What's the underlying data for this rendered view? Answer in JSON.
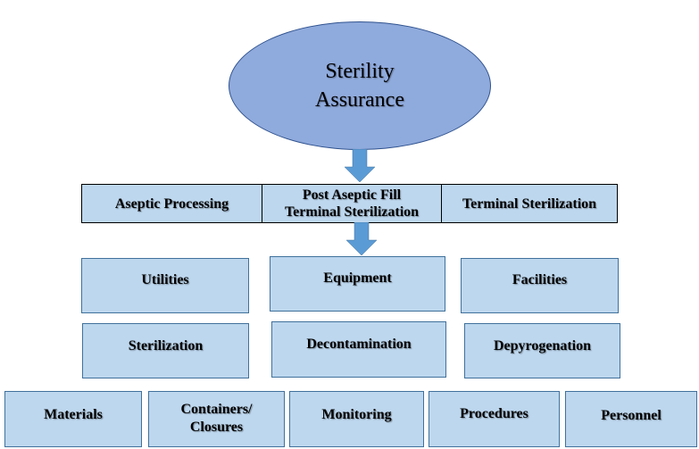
{
  "title": {
    "line1": "Sterility",
    "line2": "Assurance"
  },
  "methods": [
    "Aseptic Processing",
    "Post Aseptic Fill",
    "Terminal Sterilization",
    "Terminal Sterilization"
  ],
  "row1": [
    "Utilities",
    "Equipment",
    "Facilities"
  ],
  "row2": [
    "Sterilization",
    "Decontamination",
    "Depyrogenation"
  ],
  "row3": [
    "Materials",
    "Containers/",
    "Closures",
    "Monitoring",
    "Procedures",
    "Personnel"
  ],
  "colors": {
    "ellipse": "#8faadc",
    "box": "#bdd7ee",
    "arrow": "#5b9bd5"
  }
}
